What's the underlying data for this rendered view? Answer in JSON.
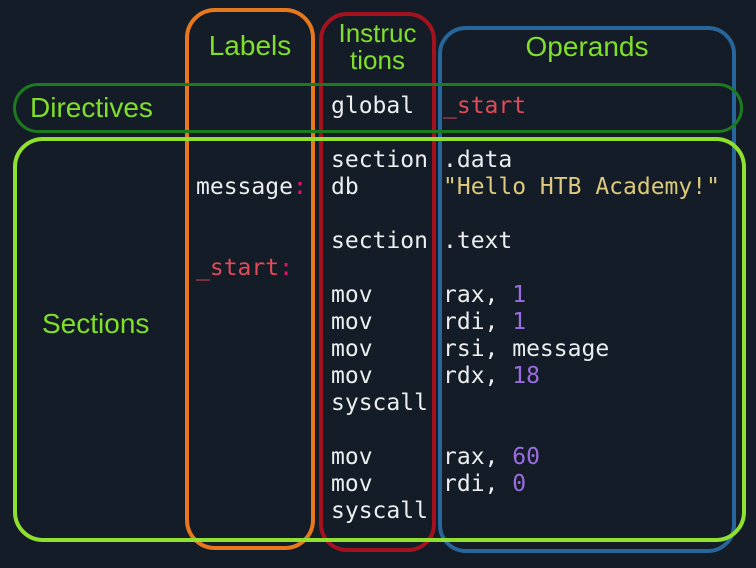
{
  "palette": {
    "background": "#141d27",
    "heading_green": "#80df2a",
    "box_orange": "#e8781d",
    "box_red": "#a5121f",
    "box_blue": "#27659a",
    "box_dark_green": "#1c7b1e",
    "box_light_green": "#8fe030",
    "code_white": "#ebedef",
    "code_red": "#e04b58",
    "code_pink": "#ee0f6d",
    "code_yellow": "#dcc97d",
    "code_purple": "#9a6ce0"
  },
  "column_headers": {
    "labels": "Labels",
    "instructions": "Instruc\ntions",
    "operands": "Operands"
  },
  "row_headers": {
    "directives": "Directives",
    "sections": "Sections"
  },
  "code": {
    "lines": [
      {
        "label": [],
        "instruction": [
          [
            "global",
            "white"
          ]
        ],
        "operand": [
          [
            "_start",
            "red"
          ]
        ]
      },
      {
        "label": [],
        "instruction": [],
        "operand": []
      },
      {
        "label": [],
        "instruction": [
          [
            "section",
            "white"
          ]
        ],
        "operand": [
          [
            ".data",
            "white"
          ]
        ]
      },
      {
        "label": [
          [
            "message",
            "white"
          ],
          [
            ":",
            "pink"
          ]
        ],
        "instruction": [
          [
            "db",
            "white"
          ]
        ],
        "operand": [
          [
            "\"Hello HTB Academy!\"",
            "yellow"
          ]
        ]
      },
      {
        "label": [],
        "instruction": [],
        "operand": []
      },
      {
        "label": [],
        "instruction": [
          [
            "section",
            "white"
          ]
        ],
        "operand": [
          [
            ".text",
            "white"
          ]
        ]
      },
      {
        "label": [
          [
            "_start",
            "red"
          ],
          [
            ":",
            "pink"
          ]
        ],
        "instruction": [],
        "operand": []
      },
      {
        "label": [],
        "instruction": [
          [
            "mov",
            "white"
          ]
        ],
        "operand": [
          [
            "rax, ",
            "white"
          ],
          [
            "1",
            "purple"
          ]
        ]
      },
      {
        "label": [],
        "instruction": [
          [
            "mov",
            "white"
          ]
        ],
        "operand": [
          [
            "rdi, ",
            "white"
          ],
          [
            "1",
            "purple"
          ]
        ]
      },
      {
        "label": [],
        "instruction": [
          [
            "mov",
            "white"
          ]
        ],
        "operand": [
          [
            "rsi, message",
            "white"
          ]
        ]
      },
      {
        "label": [],
        "instruction": [
          [
            "mov",
            "white"
          ]
        ],
        "operand": [
          [
            "rdx, ",
            "white"
          ],
          [
            "18",
            "purple"
          ]
        ]
      },
      {
        "label": [],
        "instruction": [
          [
            "syscall",
            "white"
          ]
        ],
        "operand": []
      },
      {
        "label": [],
        "instruction": [],
        "operand": []
      },
      {
        "label": [],
        "instruction": [
          [
            "mov",
            "white"
          ]
        ],
        "operand": [
          [
            "rax, ",
            "white"
          ],
          [
            "60",
            "purple"
          ]
        ]
      },
      {
        "label": [],
        "instruction": [
          [
            "mov",
            "white"
          ]
        ],
        "operand": [
          [
            "rdi, ",
            "white"
          ],
          [
            "0",
            "purple"
          ]
        ]
      },
      {
        "label": [],
        "instruction": [
          [
            "syscall",
            "white"
          ]
        ],
        "operand": []
      }
    ]
  }
}
